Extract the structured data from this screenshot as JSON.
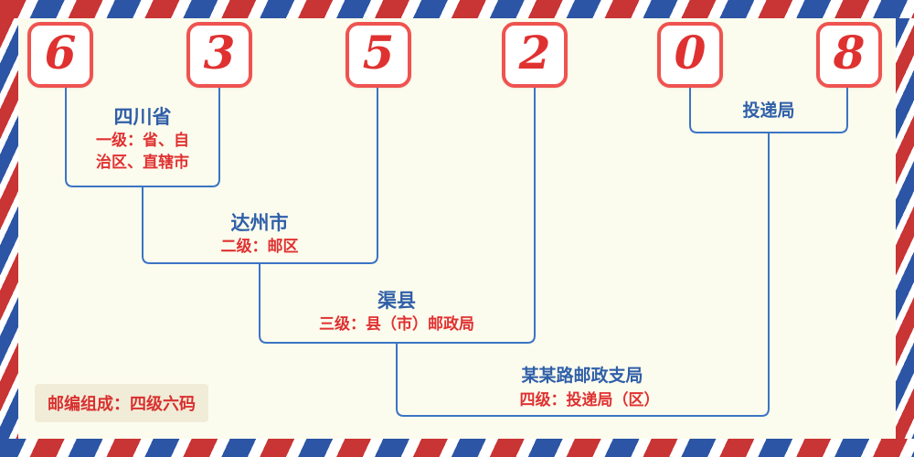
{
  "postal_code": {
    "digits": [
      "6",
      "3",
      "5",
      "2",
      "0",
      "8"
    ]
  },
  "levels": [
    {
      "name": "四川省",
      "desc": "一级：省、自\n治区、直辖市"
    },
    {
      "name": "达州市",
      "desc": "二级：邮区"
    },
    {
      "name": "渠县",
      "desc": "三级：县（市）邮政局"
    },
    {
      "name": "某某路邮政支局",
      "desc": "四级：投递局（区）"
    },
    {
      "name": "投递局"
    }
  ],
  "footer": {
    "note": "邮编组成：四级六码"
  },
  "colors": {
    "digit_red": "#e03131",
    "box_border_red": "#ef5350",
    "label_blue": "#2f5fa8",
    "line_blue": "#3b74c4",
    "stripe_red": "#c93434",
    "stripe_blue": "#2c55a5",
    "background": "#fcfcee",
    "note_background": "#f1ecd7"
  }
}
